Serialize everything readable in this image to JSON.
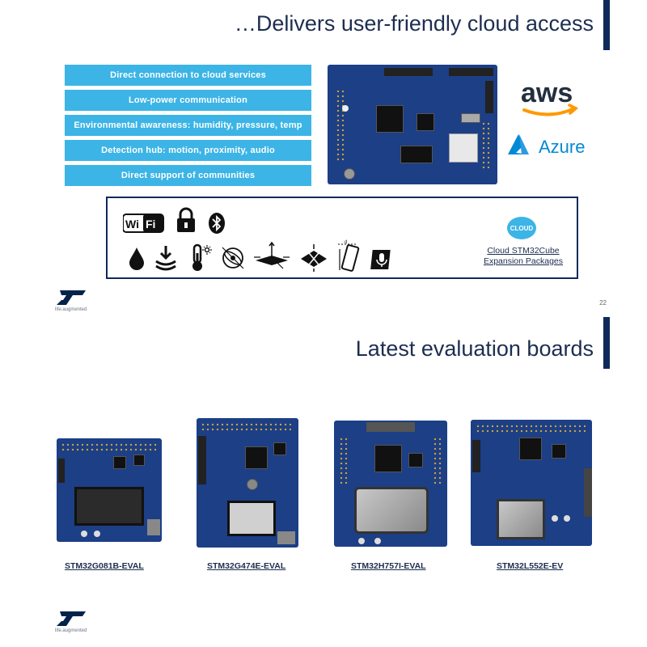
{
  "slide1": {
    "title": "…Delivers user-friendly cloud access",
    "features": [
      "Direct connection to cloud services",
      "Low-power communication",
      "Environmental awareness: humidity, pressure, temp",
      "Detection hub: motion, proximity, audio",
      "Direct support of communities"
    ],
    "logos": {
      "aws": "aws",
      "azure": "Azure"
    },
    "icons": [
      "wifi-icon",
      "lock-icon",
      "bluetooth-icon",
      "water-drop-icon",
      "pressure-icon",
      "thermometer-icon",
      "gyroscope-icon",
      "accelerometer-icon",
      "magnetometer-icon",
      "time-of-flight-icon",
      "microphone-icon"
    ],
    "wifi_text": "Wi Fi",
    "cloud_badge": "CLOUD",
    "cloud_label_line1": "Cloud STM32Cube",
    "cloud_label_line2": "Expansion Packages",
    "tagline": "life.augmented",
    "page_number": "22",
    "colors": {
      "accent": "#3cb4e6",
      "navy": "#0f2a5a"
    }
  },
  "slide2": {
    "title": "Latest evaluation boards",
    "boards": [
      {
        "name": "STM32G081B-EVAL"
      },
      {
        "name": "STM32G474E-EVAL"
      },
      {
        "name": "STM32H757I-EVAL"
      },
      {
        "name": "STM32L552E-EV"
      }
    ],
    "tagline": "life.augmented"
  }
}
